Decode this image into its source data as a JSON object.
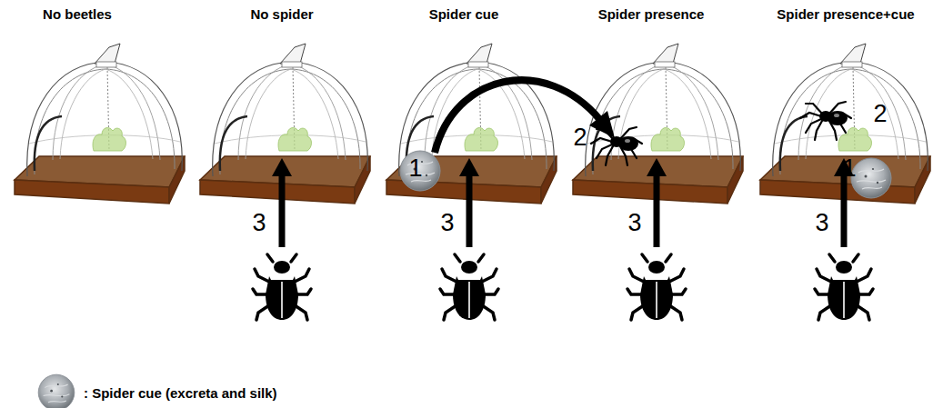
{
  "diagram": {
    "labels": [
      "No beetles",
      "No spider",
      "Spider cue",
      "Spider presence",
      "Spider presence+cue",
      "3",
      "1",
      "3",
      "2",
      "3",
      "2",
      "1",
      "3"
    ],
    "legend": [
      {
        "text": ": Spider cue (excreta and silk)"
      }
    ]
  }
}
